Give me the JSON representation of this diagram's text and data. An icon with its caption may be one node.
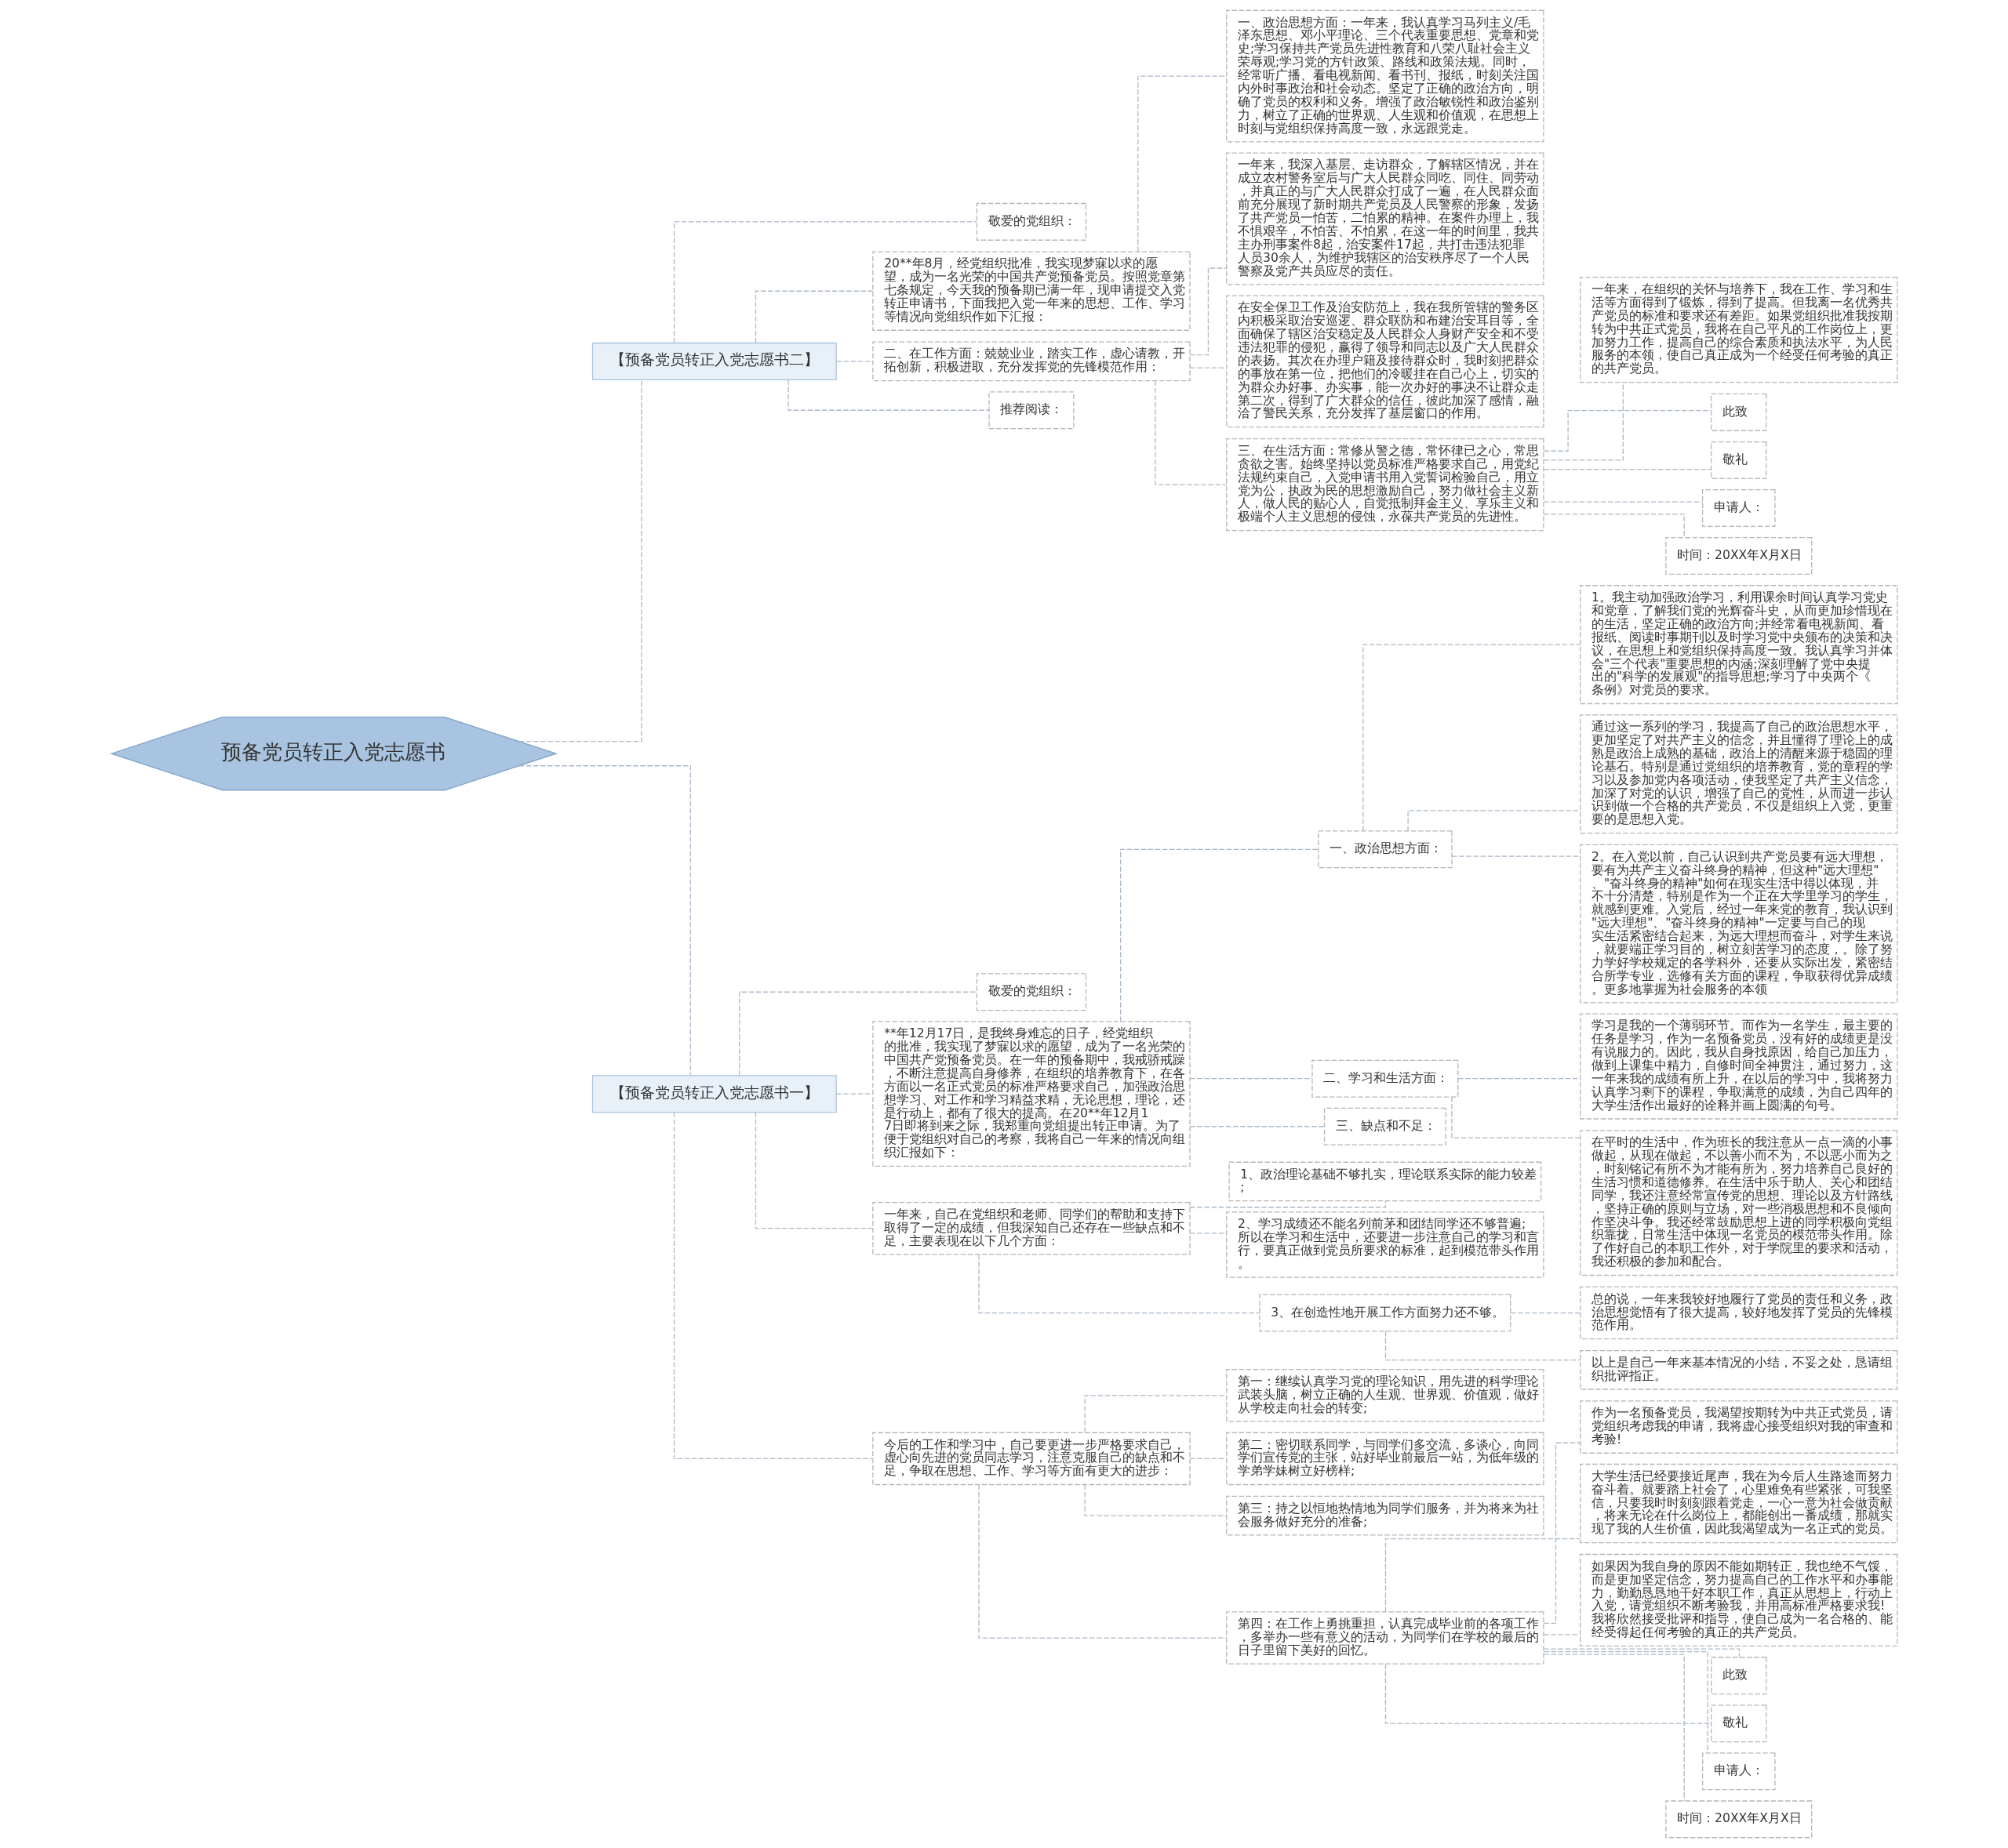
{
  "diagram": {
    "nodes": [
      {
        "text": [
          "预备党员转正入党志愿书"
        ]
      },
      {
        "text": [
          "【预备党员转正入党志愿书二】"
        ]
      },
      {
        "text": [
          "敬爱的党组织："
        ]
      },
      {
        "text": [
          "20**年8月，经党组织批准，我实现梦寐以求的愿望，成为一名光荣的中国共产党预备党员。按照党章第七条规定，今天我的预备期已满一年，现申请提交入党转正申请书，下面我把入党一年来的思想、工作、学习等情况向党组织作如下汇报："
        ]
      },
      {
        "text": [
          "一、政治思想方面：一年来，我认真学习马列主义/毛泽东思想、邓小平理论、三个代表重要思想、党章和党史;学习保持共产党员先进性教育和八荣八耻社会主义荣辱观;学习党的方针政策、路线和政策法规。同时，经常听广播、看电视新闻、看书刊、报纸，时刻关注国内外时事政治和社会动态。坚定了正确的政治方向，明确了党员的权利和义务。增强了政治敏锐性和政治鉴别力，树立了正确的世界观、人生观和价值观，在思想上时刻与党组织保持高度一致，永远跟党走。"
        ]
      },
      {
        "text": [
          "二、在工作方面：兢兢业业，踏实工作，虚心请教，开拓创新，积极进取，充分发挥党的先锋模范作用："
        ]
      },
      {
        "text": [
          "一年来，我深入基层、走访群众，了解辖区情况，并在成立农村警务室后与广大人民群众同吃、同住、同劳动，并真正的与广大人民群众打成了一遍，在人民群众面前充分展现了新时期共产党员及人民警察的形象，发扬了共产党员一怕苦，二怕累的精神。在案件办理上，我不惧艰辛，不怕苦、不怕累，在这一年的时间里，我共主办刑事案件8起，治安案件17起，共打击违法犯罪人员30余人，为维护我辖区的治安秩序尽了一个人民警察及党产共员应尽的责任。"
        ]
      },
      {
        "text": [
          "在安全保卫工作及治安防范上，我在我所管辖的警务区内积极采取治安巡逻、群众联防和布建治安耳目等，全面确保了辖区治安稳定及人民群众人身财产安全和不受违法犯罪的侵犯，赢得了领导和同志以及广大人民群众的表扬。其次在办理户籍及接待群众时，我时刻把群众的事放在第一位，把他们的冷暖挂在自己心上，切实的为群众办好事、办实事，能一次办好的事决不让群众走第二次，得到了广大群众的信任，彼此加深了感情，融洽了警民关系，充分发挥了基层窗口的作用。"
        ]
      },
      {
        "text": [
          "三、在生活方面：常修从警之德，常怀律已之心，常思贪欲之害。始终坚持以党员标准严格要求自己，用党纪法规约束自己，入党申请书用入党誓词检验自己，用立党为公，执政为民的思想激励自己，努力做社会主义新人，做人民的贴心人，自觉抵制拜金主义、享乐主义和极端个人主义思想的侵蚀，永葆共产党员的先进性。"
        ]
      },
      {
        "text": [
          "一年来，在组织的关怀与培养下，我在工作、学习和生活等方面得到了锻炼，得到了提高。但我离一名优秀共产党员的标准和要求还有差距。如果党组织批准我按期转为中共正式党员，我将在自己平凡的工作岗位上，更加努力工作，提高自己的综合素质和执法水平，为人民服务的本领，使自己真正成为一个经受任何考验的真正的共产党员。"
        ]
      },
      {
        "text": [
          "此致"
        ]
      },
      {
        "text": [
          "敬礼"
        ]
      },
      {
        "text": [
          "申请人："
        ]
      },
      {
        "text": [
          "时间：20XX年X月X日"
        ]
      },
      {
        "text": [
          "推荐阅读："
        ]
      },
      {
        "text": [
          "【预备党员转正入党志愿书一】"
        ]
      },
      {
        "text": [
          "敬爱的党组织："
        ]
      },
      {
        "text": [
          "**年12月17日，是我终身难忘的日子，经党组织的批准，我实现了梦寐以求的愿望，成为了一名光荣的中国共产党预备党员。在一年的预备期中，我戒骄戒躁，不断注意提高自身修养，在组织的培养教育下，在各方面以一名正式党员的标准严格要求自己，加强政治思想学习、对工作和学习精益求精，无论思想，理论，还是行动上，都有了很大的提高。在20**年12月17日即将到来之际，我郑重向党组提出转正申请。为了便于党组织对自己的考察，我将自己一年来的情况向组织汇报如下："
        ]
      },
      {
        "text": [
          "一、政治思想方面："
        ]
      },
      {
        "text": [
          "1。我主动加强政治学习，利用课余时间认真学习党史和党章，了解我们党的光辉奋斗史，从而更加珍惜现在的生活，坚定正确的政治方向;并经常看电视新闻、看报纸、阅读时事期刊以及时学习党中央颁布的决策和决议，在思想上和党组织保持高度一致。我认真学习并体会\"三个代表\"重要思想的内涵;深刻理解了党中央提出的\"科学的发展观\"的指导思想;学习了中央两个《条例》对党员的要求。"
        ]
      },
      {
        "text": [
          "通过这一系列的学习，我提高了自己的政治思想水平，更加坚定了对共产主义的信念，并且懂得了理论上的成熟是政治上成熟的基础，政治上的清醒来源于稳固的理论基石。特别是通过党组织的培养教育，党的章程的学习以及参加党内各项活动，使我坚定了共产主义信念，加深了对党的认识，增强了自己的党性，从而进一步认识到做一个合格的共产党员，不仅是组织上入党，更重要的是思想入党。"
        ]
      },
      {
        "text": [
          "2。在入党以前，自己认识到共产党员要有远大理想，要有为共产主义奋斗终身的精神，但这种\"远大理想\"、\"奋斗终身的精神\"如何在现实生活中得以体现，并不十分清楚，特别是作为一个正在大学里学习的学生，就感到更难。入党后，经过一年来党的教育，我认识到\"远大理想\"、\"奋斗终身的精神\"一定要与自己的现实生活紧密结合起来，为远大理想而奋斗，对学生来说，就要端正学习目的，树立刻苦学习的态度，。除了努力学好学校规定的各学科外，还要从实际出发，紧密结合所学专业，选修有关方面的课程，争取获得优异成绩。更多地掌握为社会服务的本领"
        ]
      },
      {
        "text": [
          "二、学习和生活方面："
        ]
      },
      {
        "text": [
          "学习是我的一个薄弱环节。而作为一名学生，最主要的任务是学习，作为一名预备党员，没有好的成绩更是没有说服力的。因此，我从自身找原因，给自己加压力，做到上课集中精力，自修时间全神贯注，通过努力，这一年来我的成绩有所上升，在以后的学习中，我将努力认真学习剩下的课程，争取满意的成绩，为自己四年的大学生活作出最好的诠释并画上圆满的句号。"
        ]
      },
      {
        "text": [
          "在平时的生活中，作为班长的我注意从一点一滴的小事做起，从现在做起，不以善小而不为，不以恶小而为之，时刻铭记有所不为才能有所为，努力培养自己良好的生活习惯和道德修养。在生活中乐于助人、关心和团结同学，我还注意经常宣传党的思想、理论以及方针路线，坚持正确的原则与立场，对一些消极思想和不良倾向作坚决斗争。我还经常鼓励思想上进的同学积极向党组织靠拢，日常生活中体现一名党员的模范带头作用。除了作好自己的本职工作外，对于学院里的要求和活动，我还积极的参加和配合。"
        ]
      },
      {
        "text": [
          "三、缺点和不足："
        ]
      },
      {
        "text": [
          "一年来，自己在党组织和老师、同学们的帮助和支持下取得了一定的成绩，但我深知自己还存在一些缺点和不足，主要表现在以下几个方面："
        ]
      },
      {
        "text": [
          "1、政治理论基础不够扎实，理论联系实际的能力较差;"
        ]
      },
      {
        "text": [
          "2、学习成绩还不能名列前茅和团结同学还不够普遍;所以在学习和生活中，还要进一步注意自己的学习和言行，要真正做到党员所要求的标准，起到模范带头作用。"
        ]
      },
      {
        "text": [
          "3、在创造性地开展工作方面努力还不够。"
        ]
      },
      {
        "text": [
          "总的说，一年来我较好地履行了党员的责任和义务，政治思想觉悟有了很大提高，较好地发挥了党员的先锋模范作用。"
        ]
      },
      {
        "text": [
          "以上是自己一年来基本情况的小结，不妥之处，恳请组织批评指正。"
        ]
      },
      {
        "text": [
          "今后的工作和学习中，自己要更进一步严格要求自己，虚心向先进的党员同志学习，注意克服自己的缺点和不足，争取在思想、工作、学习等方面有更大的进步："
        ]
      },
      {
        "text": [
          "第一：继续认真学习党的理论知识，用先进的科学理论武装头脑，树立正确的人生观、世界观、价值观，做好从学校走向社会的转变;"
        ]
      },
      {
        "text": [
          "第二：密切联系同学，与同学们多交流，多谈心，向同学们宣传党的主张，站好毕业前最后一站，为低年级的学弟学妹树立好榜样;"
        ]
      },
      {
        "text": [
          "第三：持之以恒地热情地为同学们服务，并为将来为社会服务做好充分的准备;"
        ]
      },
      {
        "text": [
          "第四：在工作上勇挑重担，认真完成毕业前的各项工作，多举办一些有意义的活动，为同学们在学校的最后的日子里留下美好的回忆。"
        ]
      },
      {
        "text": [
          "作为一名预备党员，我渴望按期转为中共正式党员，请党组织考虑我的申请，我将虚心接受组织对我的审查和考验!"
        ]
      },
      {
        "text": [
          "大学生活已经要接近尾声，我在为今后人生路途而努力奋斗着。就要踏上社会了，心里难免有些紧张，可我坚信，只要我时时刻刻跟着党走，一心一意为社会做贡献，将来无论在什么岗位上，都能创出一番成绩，那就实现了我的人生价值，因此我渴望成为一名正式的党员。"
        ]
      },
      {
        "text": [
          "如果因为我自身的原因不能如期转正，我也绝不气馁，而是更加坚定信念，努力提高自己的工作水平和办事能力，勤勤恳恳地干好本职工作，真正从思想上，行动上入党，请党组织不断考验我，并用高标准严格要求我!我将欣然接受批评和指导，使自己成为一名合格的、能经受得起任何考验的真正的共产党员。"
        ]
      },
      {
        "text": [
          "此致"
        ]
      },
      {
        "text": [
          "敬礼"
        ]
      },
      {
        "text": [
          "申请人："
        ]
      },
      {
        "text": [
          "时间：20XX年X月X日"
        ]
      }
    ],
    "edges": [
      {
        "from": 0,
        "to": 1,
        "arrow": "none"
      },
      {
        "from": 1,
        "to": 2,
        "arrow": "none"
      },
      {
        "from": 1,
        "to": 3,
        "arrow": "none"
      },
      {
        "from": 3,
        "to": 4,
        "arrow": "none"
      },
      {
        "from": 1,
        "to": 5,
        "arrow": "none"
      },
      {
        "from": 5,
        "to": 6,
        "arrow": "none"
      },
      {
        "from": 5,
        "to": 7,
        "arrow": "none"
      },
      {
        "from": 5,
        "to": 8,
        "arrow": "none"
      },
      {
        "from": 8,
        "to": 9,
        "arrow": "none"
      },
      {
        "from": 8,
        "to": 10,
        "arrow": "none"
      },
      {
        "from": 8,
        "to": 11,
        "arrow": "none"
      },
      {
        "from": 8,
        "to": 12,
        "arrow": "none"
      },
      {
        "from": 8,
        "to": 13,
        "arrow": "none"
      },
      {
        "from": 1,
        "to": 14,
        "arrow": "none"
      },
      {
        "from": 0,
        "to": 15,
        "arrow": "none"
      },
      {
        "from": 15,
        "to": 16,
        "arrow": "none"
      },
      {
        "from": 15,
        "to": 17,
        "arrow": "none"
      },
      {
        "from": 17,
        "to": 18,
        "arrow": "none"
      },
      {
        "from": 18,
        "to": 19,
        "arrow": "none"
      },
      {
        "from": 18,
        "to": 20,
        "arrow": "none"
      },
      {
        "from": 18,
        "to": 21,
        "arrow": "none"
      },
      {
        "from": 17,
        "to": 22,
        "arrow": "none"
      },
      {
        "from": 22,
        "to": 23,
        "arrow": "none"
      },
      {
        "from": 22,
        "to": 24,
        "arrow": "none"
      },
      {
        "from": 17,
        "to": 25,
        "arrow": "none"
      },
      {
        "from": 15,
        "to": 26,
        "arrow": "none"
      },
      {
        "from": 26,
        "to": 27,
        "arrow": "none"
      },
      {
        "from": 26,
        "to": 28,
        "arrow": "none"
      },
      {
        "from": 26,
        "to": 29,
        "arrow": "none"
      },
      {
        "from": 29,
        "to": 30,
        "arrow": "none"
      },
      {
        "from": 29,
        "to": 31,
        "arrow": "none"
      },
      {
        "from": 15,
        "to": 32,
        "arrow": "none"
      },
      {
        "from": 32,
        "to": 33,
        "arrow": "none"
      },
      {
        "from": 32,
        "to": 34,
        "arrow": "none"
      },
      {
        "from": 32,
        "to": 35,
        "arrow": "none"
      },
      {
        "from": 32,
        "to": 36,
        "arrow": "none"
      },
      {
        "from": 36,
        "to": 37,
        "arrow": "none"
      },
      {
        "from": 36,
        "to": 38,
        "arrow": "none"
      },
      {
        "from": 36,
        "to": 39,
        "arrow": "none"
      },
      {
        "from": 36,
        "to": 40,
        "arrow": "none"
      },
      {
        "from": 36,
        "to": 41,
        "arrow": "none"
      },
      {
        "from": 36,
        "to": 42,
        "arrow": "none"
      },
      {
        "from": 36,
        "to": 43,
        "arrow": "none"
      }
    ]
  }
}
